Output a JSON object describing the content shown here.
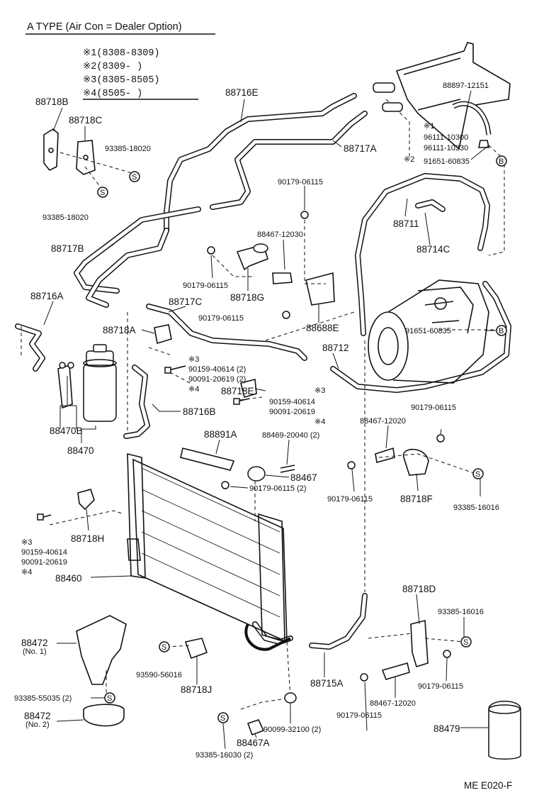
{
  "header": {
    "type_title": "A  TYPE (Air Con = Dealer Option)",
    "notes": [
      "※1(8308-8309)",
      "※2(8309-      )",
      "※3(8305-8505)",
      "※4(8505-      )"
    ],
    "footer_code": "ME  E020-F"
  },
  "circle_marks": {
    "s": "S",
    "b": "B"
  },
  "parts": {
    "p88718B": "88718B",
    "p88718C": "88718C",
    "p93385_18020_a": "93385-18020",
    "p93385_18020_b": "93385-18020",
    "p88716E": "88716E",
    "p88717A": "88717A",
    "p88897_12151": "88897-12151",
    "n1": "※1",
    "p96111_10300": "96111-10300",
    "p96111_10330": "96111-10330",
    "n2": "※2",
    "p91651_60835_a": "91651-60835",
    "p90179_06115_a": "90179-06115",
    "p88711": "88711",
    "p88714C": "88714C",
    "p88467_12030": "88467-12030",
    "p88717B": "88717B",
    "p90179_06115_b": "90179-06115",
    "p88718G": "88718G",
    "p90179_06115_c": "90179-06115",
    "p88688E": "88688E",
    "p91651_60835_b": "91651-60835",
    "p88716A": "88716A",
    "p88717C": "88717C",
    "p88718A": "88718A",
    "p88712": "88712",
    "n3a": "※3",
    "p90159_40614_a": "90159-40614 (2)",
    "p90091_20619_a": "90091-20619 (2)",
    "n4a": "※4",
    "p88718E": "88718E",
    "n3b": "※3",
    "p90159_40614_b": "90159-40614",
    "p90091_20619_b": "90091-20619",
    "n4b": "※4",
    "p88716B": "88716B",
    "p90179_06115_d": "90179-06115",
    "p88470B": "88470B",
    "p88470": "88470",
    "p88891A": "88891A",
    "p88469_20040": "88469-20040 (2)",
    "p88467_12020_a": "88467-12020",
    "p88467": "88467",
    "p90179_06115_e": "90179-06115 (2)",
    "p90179_06115_f": "90179-06115",
    "p88718F": "88718F",
    "p93385_16016_a": "93385-16016",
    "p88718H": "88718H",
    "n3c": "※3",
    "p90159_40614_c": "90159-40614",
    "p90091_20619_c": "90091-20619",
    "n4c": "※4",
    "p88460": "88460",
    "p88718D": "88718D",
    "p93385_16016_b": "93385-16016",
    "p88472_1": "88472",
    "p88472_1_sub": "(No. 1)",
    "p93590_56016": "93590-56016",
    "p88718J": "88718J",
    "p88715A": "88715A",
    "p90179_06115_g": "90179-06115",
    "p93385_55035": "93385-55035 (2)",
    "p88467_12020_b": "88467-12020",
    "p90179_06115_h": "90179-06115",
    "p88472_2": "88472",
    "p88472_2_sub": "(No. 2)",
    "p90099_32100": "90099-32100 (2)",
    "p88479": "88479",
    "p88467A": "88467A",
    "p93385_16030": "93385-16030 (2)"
  }
}
